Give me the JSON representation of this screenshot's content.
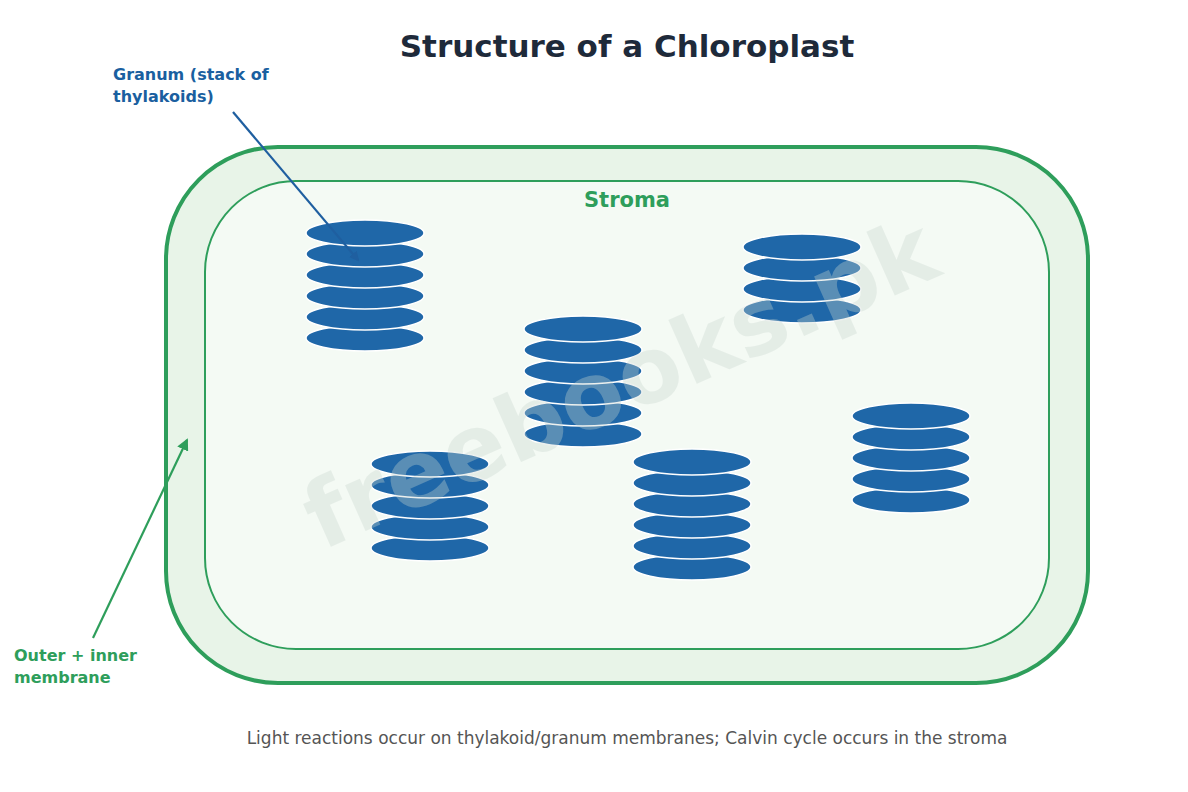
{
  "diagram": {
    "title": "Structure of a Chloroplast",
    "caption": "Light reactions occur on thylakoid/granum membranes; Calvin cycle occurs in the stroma",
    "nodes": [
      {
        "text": [
          "Stroma"
        ]
      }
    ],
    "labels": [
      "Granum (stack of thylakoids)",
      "Outer + inner membrane",
      "freebooks.pk"
    ]
  }
}
